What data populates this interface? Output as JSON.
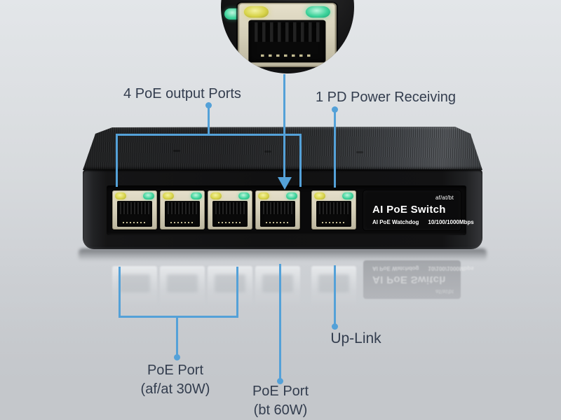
{
  "callouts": {
    "poe_output": "4 PoE output Ports",
    "pd_power": "1 PD Power Receiving",
    "uplink": "Up-Link",
    "poe_afat_title": "PoE Port",
    "poe_afat_sub": "(af/at 30W)",
    "poe_bt_title": "PoE Port",
    "poe_bt_sub": "(bt 60W)"
  },
  "device_label": {
    "standard": "af/at/bt",
    "title": "AI PoE Switch",
    "feature": "AI PoE Watchdog",
    "speed": "10/100/1000Mbps"
  },
  "ports": [
    {
      "name": "poe-port-1",
      "leds": [
        "yellow",
        "green"
      ]
    },
    {
      "name": "poe-port-2",
      "leds": [
        "yellow",
        "green"
      ]
    },
    {
      "name": "poe-port-3",
      "leds": [
        "yellow",
        "green"
      ]
    },
    {
      "name": "poe-port-4",
      "leds": [
        "yellow",
        "green"
      ]
    },
    {
      "name": "uplink-port",
      "leds": [
        "yellow",
        "green"
      ]
    }
  ],
  "colors": {
    "callout_blue": "#54a1d8",
    "callout_text": "#333d4e",
    "led_yellow": "#d8d44a",
    "led_green": "#3ed39b",
    "port_bezel": "#d5cfb8"
  }
}
